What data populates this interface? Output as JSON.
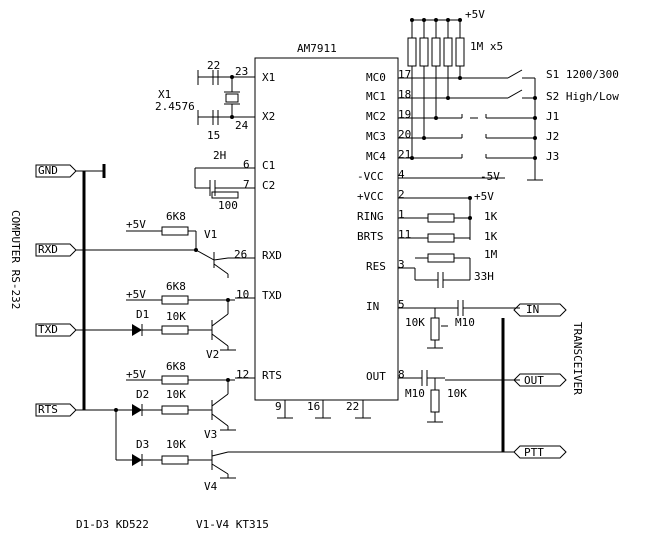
{
  "ic": {
    "name": "AM7911",
    "left_pins": [
      {
        "num": "23",
        "label": "X1"
      },
      {
        "num": "24",
        "label": "X2"
      },
      {
        "num": "6",
        "label": "C1"
      },
      {
        "num": "7",
        "label": "C2"
      },
      {
        "num": "26",
        "label": "RXD"
      },
      {
        "num": "10",
        "label": "TXD"
      },
      {
        "num": "12",
        "label": "RTS"
      }
    ],
    "right_pins": [
      {
        "num": "17",
        "label": "MC0"
      },
      {
        "num": "18",
        "label": "MC1"
      },
      {
        "num": "19",
        "label": "MC2"
      },
      {
        "num": "20",
        "label": "MC3"
      },
      {
        "num": "21",
        "label": "MC4"
      },
      {
        "num": "4",
        "label": "-VCC"
      },
      {
        "num": "2",
        "label": "+VCC"
      },
      {
        "num": "1",
        "label": "RING"
      },
      {
        "num": "11",
        "label": "BRTS"
      },
      {
        "num": "3",
        "label": "RES"
      },
      {
        "num": "5",
        "label": "IN"
      },
      {
        "num": "8",
        "label": "OUT"
      }
    ],
    "bottom_pins": [
      "9",
      "16",
      "22"
    ]
  },
  "labels": {
    "plus5v": "+5V",
    "minus5v": "-5V",
    "pullups": "1M x5",
    "s1": "S1 1200/300",
    "s2": "S2 High/Low",
    "j1": "J1",
    "j2": "J2",
    "j3": "J3",
    "x1_name": "X1",
    "x1_freq": "2.4576",
    "c22": "22",
    "c15": "15",
    "c2h": "2H",
    "r100": "100",
    "r1k_a": "1K",
    "r1k_b": "1K",
    "r1m": "1M",
    "c33h": "33H",
    "r10k_in": "10K",
    "c_m10_in": "M10",
    "c_m10_out": "M10",
    "r10k_out": "10K",
    "r6k8_1": "6K8",
    "r6k8_2": "6K8",
    "r6k8_3": "6K8",
    "r10k_1": "10K",
    "r10k_2": "10K",
    "r10k_3": "10K",
    "v1": "V1",
    "v2": "V2",
    "v3": "V3",
    "v4": "V4",
    "d1": "D1",
    "d2": "D2",
    "d3": "D3",
    "computer": "COMPUTER RS-232",
    "transceiver": "TRANSCEIVER",
    "footer_diodes": "D1-D3 KD522",
    "footer_transistors": "V1-V4 KT315"
  },
  "connectors": {
    "gnd": "GND",
    "rxd": "RXD",
    "txd": "TXD",
    "rts": "RTS",
    "in": "IN",
    "out": "OUT",
    "ptt": "PTT"
  }
}
